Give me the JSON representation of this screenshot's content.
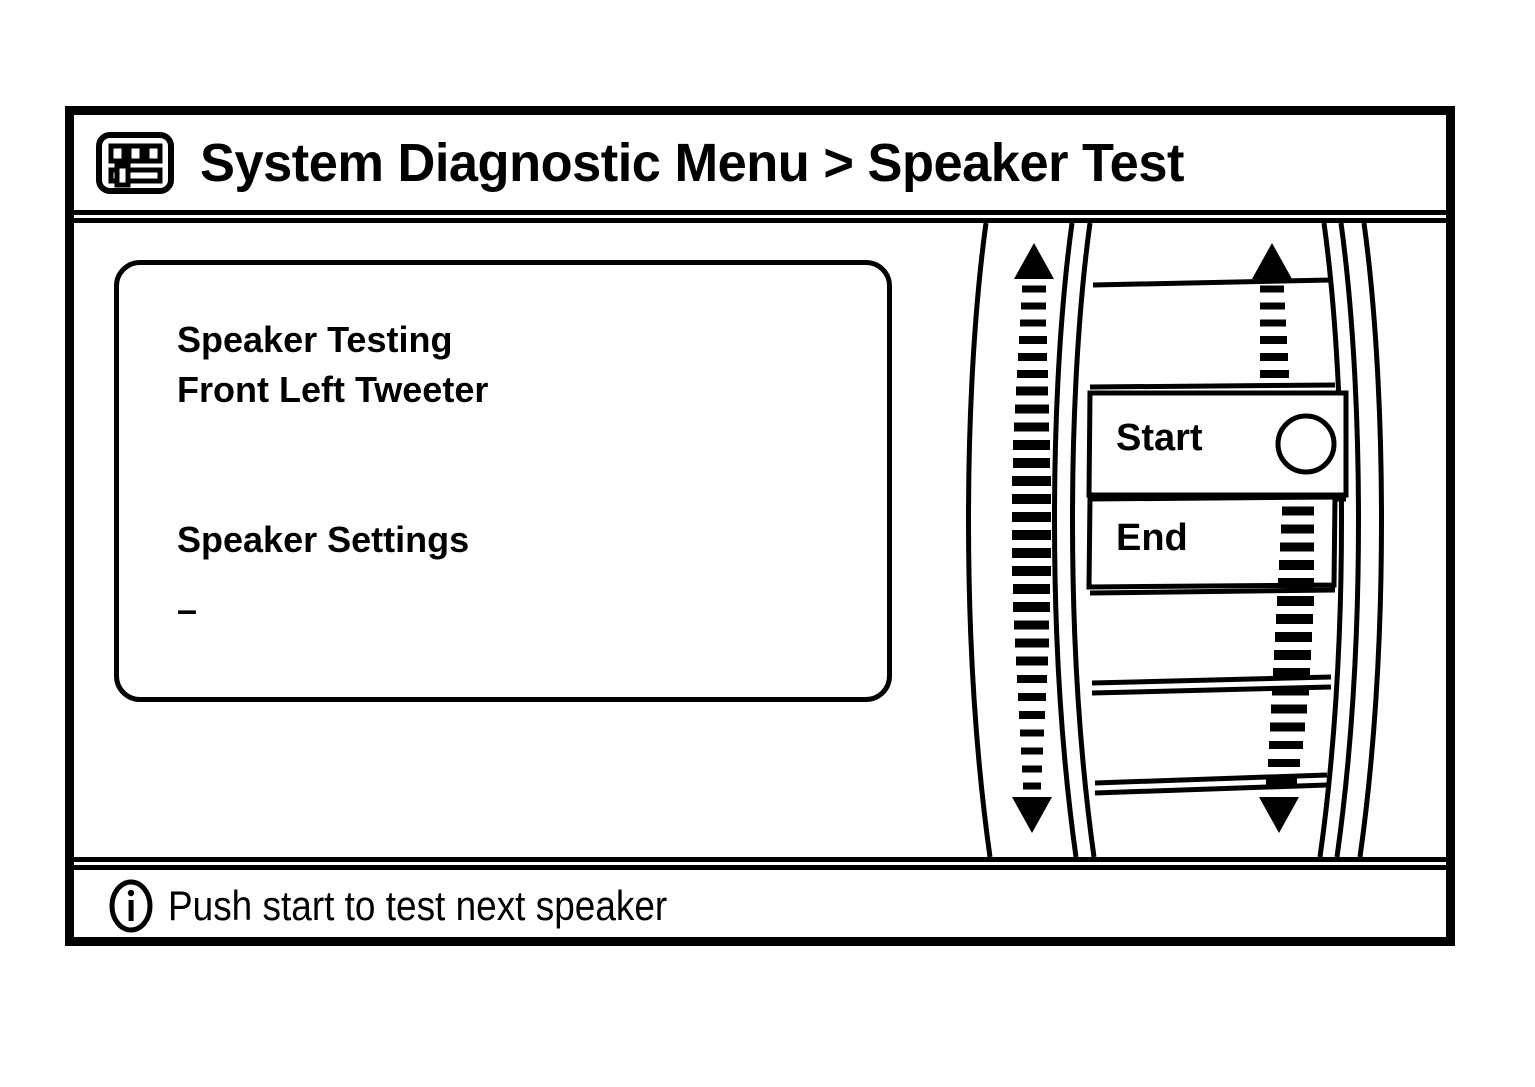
{
  "header": {
    "icon": "equalizer-icon",
    "title": "System Diagnostic Menu > Speaker Test"
  },
  "info_panel": {
    "name": "speaker-test-status-panel",
    "line1": "Speaker Testing",
    "line2": "Front Left Tweeter",
    "line3": "Speaker Settings",
    "line4": "–"
  },
  "side_menu": {
    "items": [
      {
        "label": "",
        "selected": false,
        "indicator": false
      },
      {
        "label": "",
        "selected": false,
        "indicator": false
      },
      {
        "label": "Start",
        "selected": true,
        "indicator": true
      },
      {
        "label": "End",
        "selected": false,
        "indicator": false
      },
      {
        "label": "",
        "selected": false,
        "indicator": false
      },
      {
        "label": "",
        "selected": false,
        "indicator": false
      }
    ],
    "scroll_left": {
      "name": "left-scroll-rail",
      "up_arrow": "triangle-up-icon",
      "down_arrow": "triangle-down-icon"
    },
    "scroll_right": {
      "name": "right-scroll-rail",
      "up_arrow": "triangle-up-icon",
      "down_arrow": "triangle-down-icon"
    },
    "selection_indicator": "circle-icon"
  },
  "status_bar": {
    "icon": "info-icon",
    "message": "Push start to test next speaker"
  },
  "colors": {
    "foreground": "#000000",
    "background": "#ffffff"
  }
}
